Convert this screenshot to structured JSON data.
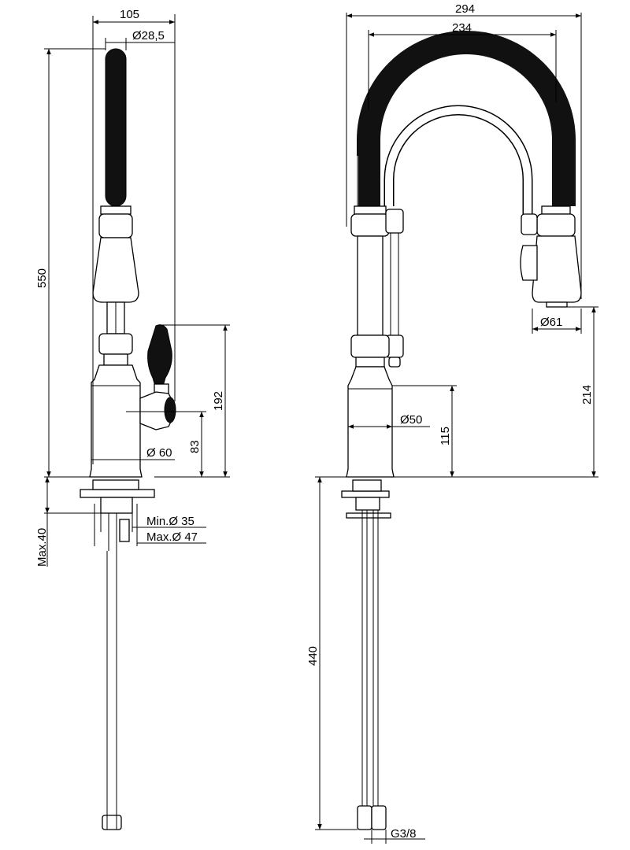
{
  "drawing": {
    "side_view": {
      "top_width": "105",
      "hose_diameter": "Ø28,5",
      "total_height": "550",
      "handle_height": "192",
      "spout_height": "83",
      "body_diameter": "Ø 60",
      "hole_min": "Min.Ø 35",
      "hole_max": "Max.Ø 47",
      "deck_thickness": "Max.40"
    },
    "front_view": {
      "overall_width": "294",
      "arc_width": "234",
      "head_diameter": "Ø61",
      "head_clearance": "214",
      "body_diameter": "Ø50",
      "body_height": "115",
      "hose_length": "440",
      "connection": "G3/8"
    }
  }
}
